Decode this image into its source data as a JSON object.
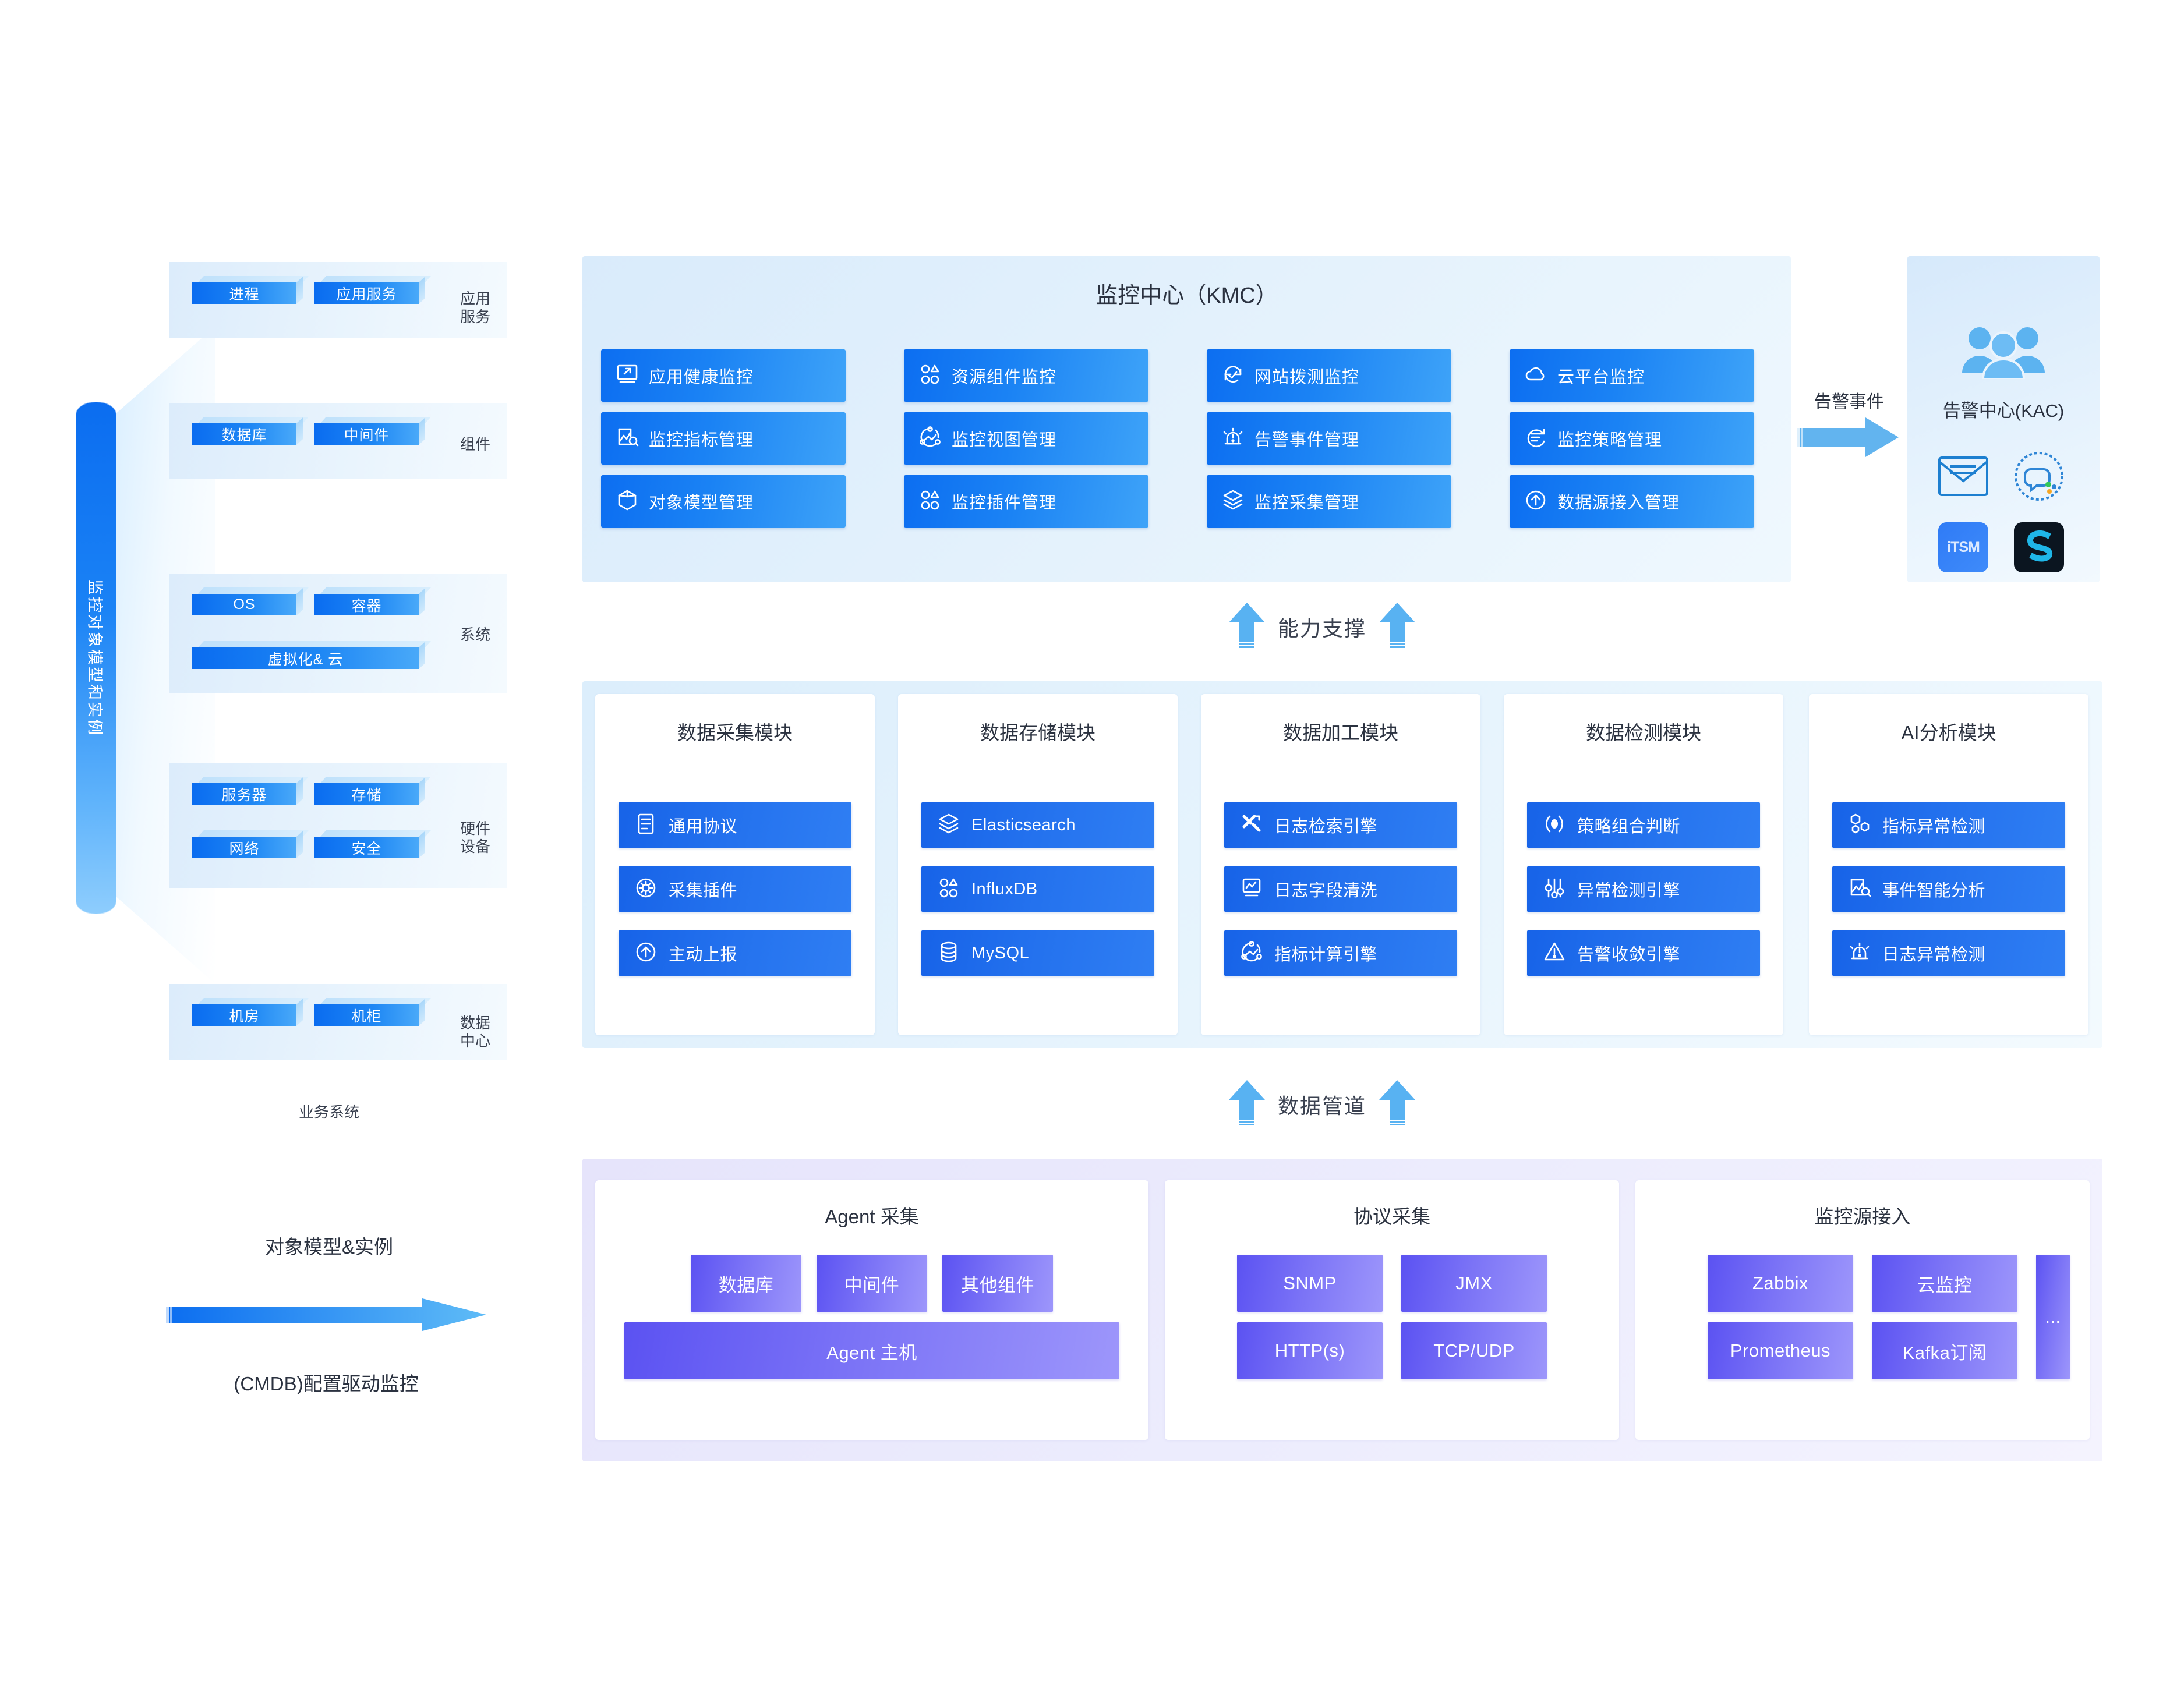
{
  "colors": {
    "kmc_cell": "#1b83f4",
    "module_cell": "#2472ee",
    "collect_chip": "#7a72f6",
    "cylinder": "#1a82f5",
    "arrow_blue": "#4ea8f2"
  },
  "left": {
    "cylinder_label": "监控对象模型和实例",
    "business_system_label": "业务系统",
    "groups": [
      {
        "label": "应用\n服务",
        "label_line1": "应用",
        "label_line2": "服务",
        "items": [
          "进程",
          "应用服务"
        ]
      },
      {
        "label": "组件",
        "label_line1": "组件",
        "label_line2": "",
        "items": [
          "数据库",
          "中间件"
        ]
      },
      {
        "label": "系统",
        "label_line1": "系统",
        "label_line2": "",
        "items": [
          "OS",
          "容器",
          "虚拟化& 云"
        ]
      },
      {
        "label": "硬件\n设备",
        "label_line1": "硬件",
        "label_line2": "设备",
        "items": [
          "服务器",
          "存储",
          "网络",
          "安全"
        ]
      },
      {
        "label": "数据\n中心",
        "label_line1": "数据",
        "label_line2": "中心",
        "items": [
          "机房",
          "机柜"
        ]
      }
    ],
    "cmdb": {
      "top_label": "对象模型&实例",
      "bottom_label": "(CMDB)配置驱动监控"
    }
  },
  "kmc": {
    "title": "监控中心（KMC）",
    "cells": [
      {
        "label": "应用健康监控",
        "icon": "app-health-icon"
      },
      {
        "label": "资源组件监控",
        "icon": "resource-component-icon"
      },
      {
        "label": "网站拨测监控",
        "icon": "website-probe-icon"
      },
      {
        "label": "云平台监控",
        "icon": "cloud-icon"
      },
      {
        "label": "监控指标管理",
        "icon": "metric-chart-icon"
      },
      {
        "label": "监控视图管理",
        "icon": "view-graph-icon"
      },
      {
        "label": "告警事件管理",
        "icon": "alarm-bell-icon"
      },
      {
        "label": "监控策略管理",
        "icon": "policy-list-icon"
      },
      {
        "label": "对象模型管理",
        "icon": "cube-model-icon"
      },
      {
        "label": "监控插件管理",
        "icon": "plugin-grid-icon"
      },
      {
        "label": "监控采集管理",
        "icon": "layers-icon"
      },
      {
        "label": "数据源接入管理",
        "icon": "upload-circle-icon"
      }
    ]
  },
  "kac": {
    "flow_label": "告警事件",
    "title": "告警中心(KAC)",
    "icons": [
      "people-group-icon",
      "mail-envelope-icon",
      "wechat-circle-icon",
      "itsm-badge-icon",
      "s-app-badge-icon"
    ],
    "itsm_text": "iTSM",
    "s_text": "S"
  },
  "support_arrow": {
    "label": "能力支撑"
  },
  "pipeline_arrow": {
    "label": "数据管道"
  },
  "modules": [
    {
      "title": "数据采集模块",
      "items": [
        {
          "label": "通用协议",
          "icon": "document-list-icon"
        },
        {
          "label": "采集插件",
          "icon": "gear-circle-icon"
        },
        {
          "label": "主动上报",
          "icon": "upload-arrow-icon"
        }
      ]
    },
    {
      "title": "数据存储模块",
      "items": [
        {
          "label": "Elasticsearch",
          "icon": "layers-icon"
        },
        {
          "label": "InfluxDB",
          "icon": "four-shapes-icon"
        },
        {
          "label": "MySQL",
          "icon": "database-icon"
        }
      ]
    },
    {
      "title": "数据加工模块",
      "items": [
        {
          "label": "日志检索引擎",
          "icon": "tools-icon"
        },
        {
          "label": "日志字段清洗",
          "icon": "chart-box-icon"
        },
        {
          "label": "指标计算引擎",
          "icon": "node-graph-icon"
        }
      ]
    },
    {
      "title": "数据检测模块",
      "items": [
        {
          "label": "策略组合判断",
          "icon": "target-icon"
        },
        {
          "label": "异常检测引擎",
          "icon": "sliders-icon"
        },
        {
          "label": "告警收敛引擎",
          "icon": "warning-triangle-icon"
        }
      ]
    },
    {
      "title": "AI分析模块",
      "items": [
        {
          "label": "指标异常检测",
          "icon": "hex-cluster-icon"
        },
        {
          "label": "事件智能分析",
          "icon": "metric-chart-icon"
        },
        {
          "label": "日志异常检测",
          "icon": "alarm-bell-icon"
        }
      ]
    }
  ],
  "collect": [
    {
      "title": "Agent 采集",
      "row1": [
        "数据库",
        "中间件",
        "其他组件"
      ],
      "row2": [
        "Agent 主机"
      ]
    },
    {
      "title": "协议采集",
      "row1": [
        "SNMP",
        "JMX"
      ],
      "row2": [
        "HTTP(s)",
        "TCP/UDP"
      ]
    },
    {
      "title": "监控源接入",
      "row1": [
        "Zabbix",
        "云监控"
      ],
      "row2": [
        "Prometheus",
        "Kafka订阅"
      ],
      "more": "..."
    }
  ]
}
